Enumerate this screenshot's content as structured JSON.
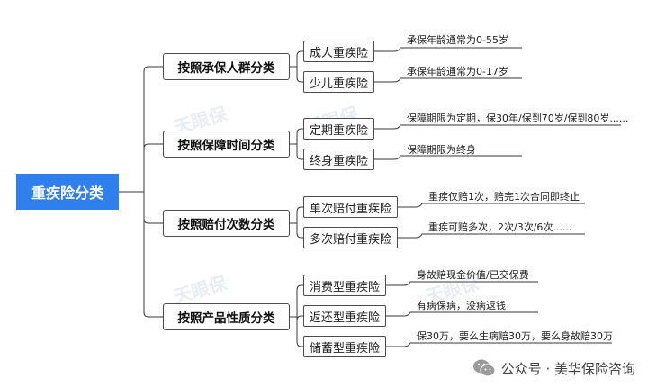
{
  "root": {
    "label": "重疾险分类"
  },
  "categories": [
    {
      "label": "按照承保人群分类",
      "items": [
        {
          "label": "成人重疾险",
          "desc": "承保年龄通常为0-55岁"
        },
        {
          "label": "少儿重疾险",
          "desc": "承保年龄通常为0-17岁"
        }
      ]
    },
    {
      "label": "按照保障时间分类",
      "items": [
        {
          "label": "定期重疾险",
          "desc": "保障期限为定期，保30年/保到70岁/保到80岁......"
        },
        {
          "label": "终身重疾险",
          "desc": "保障期限为终身"
        }
      ]
    },
    {
      "label": "按照赔付次数分类",
      "items": [
        {
          "label": "单次赔付重疾险",
          "desc": "重疾仅赔1次，赔完1次合同即终止"
        },
        {
          "label": "多次赔付重疾险",
          "desc": "重疾可赔多次，2次/3次/6次......"
        }
      ]
    },
    {
      "label": "按照产品性质分类",
      "items": [
        {
          "label": "消费型重疾险",
          "desc": "身故赔现金价值/已交保费"
        },
        {
          "label": "返还型重疾险",
          "desc": "有病保病，没病返钱"
        },
        {
          "label": "储蓄型重疾险",
          "desc": "保30万，要么生病赔30万，要么身故赔30万"
        }
      ]
    }
  ],
  "watermark": "天眼保",
  "footer": {
    "text": "公众号 · 美华保险咨询",
    "icon": "wechat-icon"
  }
}
